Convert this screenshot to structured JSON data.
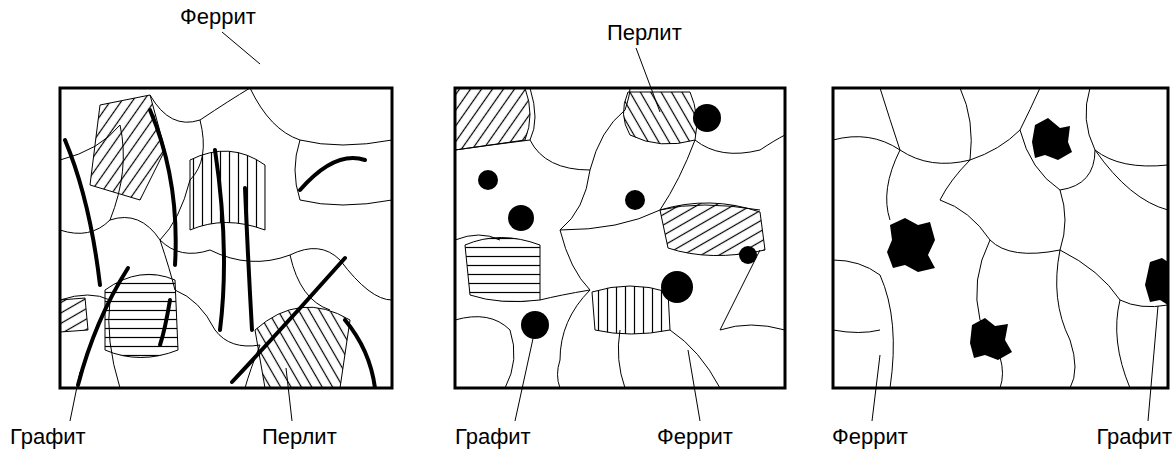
{
  "diagram": {
    "labels": [
      "Феррит",
      "Графит",
      "Перлит",
      "Перлит",
      "Графит",
      "Феррит",
      "Феррит",
      "Графит"
    ]
  }
}
